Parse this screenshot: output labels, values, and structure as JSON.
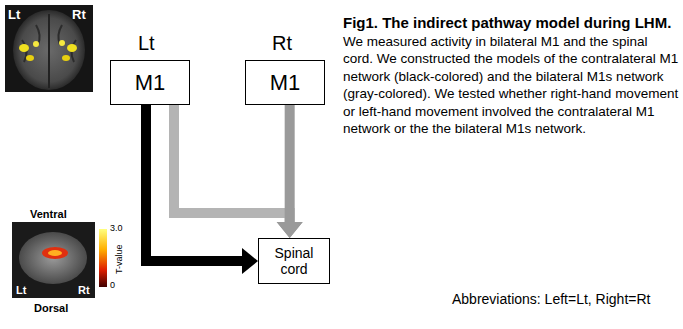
{
  "diagram": {
    "title": "Fig1. The indirect pathway model during LHM.",
    "caption": "We measured activity in bilateral M1 and the spinal cord. We constructed the models of the contralateral M1 network (black-colored) and the bilateral M1s network (gray-colored). We tested whether right-hand movement or left-hand movement involved the contralateral M1 network or the the bilateral M1s network.",
    "nodes": [
      {
        "text": [
          "M1"
        ]
      },
      {
        "text": [
          "M1"
        ]
      },
      {
        "text": [
          "Spinal cord"
        ]
      }
    ],
    "edges": [
      {
        "from": 0,
        "to": 2,
        "arrow": "to"
      },
      {
        "from": 0,
        "to": 2,
        "arrow": "to"
      },
      {
        "from": 1,
        "to": 2,
        "arrow": "to"
      }
    ],
    "labels": [
      "Lt",
      "Rt",
      "Lt",
      "Rt",
      "Ventral",
      "3.0",
      "T-value",
      "Lt",
      "Rt",
      "0",
      "Dorsal",
      "Abbreviations: Left=Lt, Right=Rt"
    ]
  }
}
